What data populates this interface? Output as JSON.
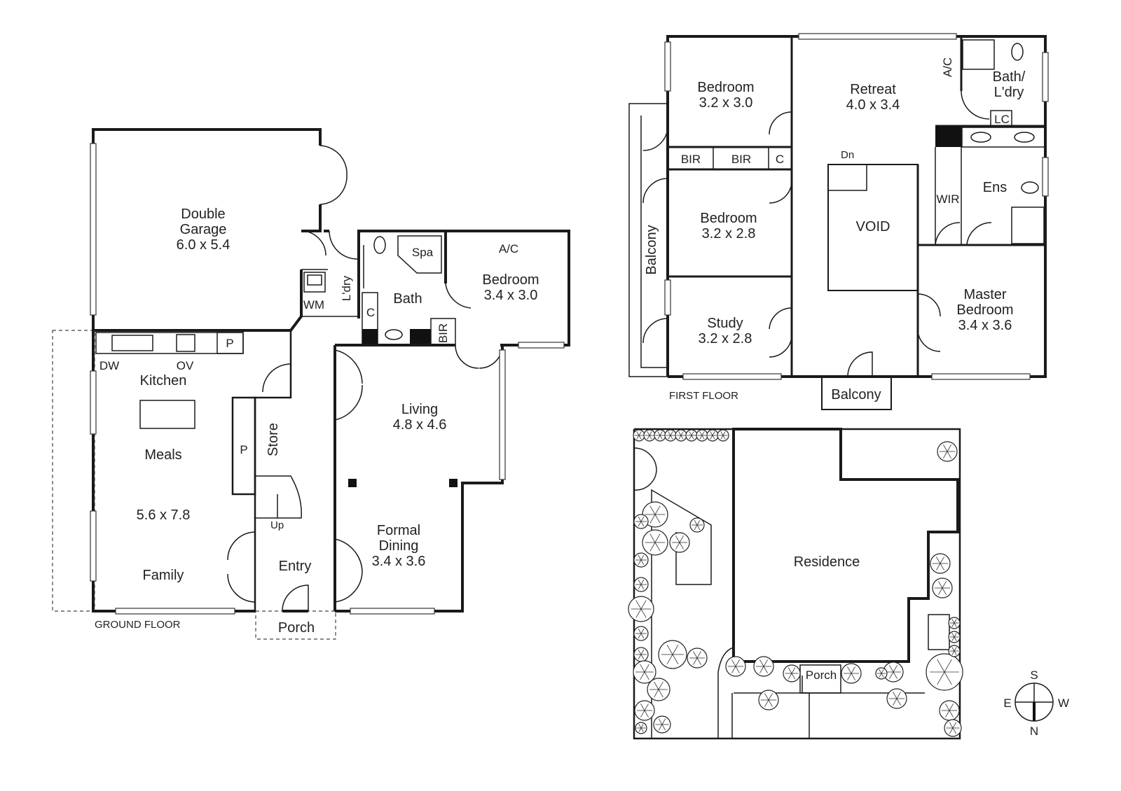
{
  "ground_floor": {
    "label": "GROUND FLOOR",
    "garage": [
      "Double",
      "Garage",
      "6.0 x 5.4"
    ],
    "laundry": "L'dry",
    "wm": "WM",
    "spa": "Spa",
    "bath": "Bath",
    "cupboard": "C",
    "bir": "BIR",
    "ac": "A/C",
    "bedroom": [
      "Bedroom",
      "3.4 x 3.0"
    ],
    "kitchen": "Kitchen",
    "dw": "DW",
    "ov": "OV",
    "pantry": "P",
    "meals": "Meals",
    "meals_dims": "5.6 x 7.8",
    "family": "Family",
    "pantry2": "P",
    "store": "Store",
    "up": "Up",
    "entry": "Entry",
    "porch": "Porch",
    "living": [
      "Living",
      "4.8 x 4.6"
    ],
    "dining": [
      "Formal",
      "Dining",
      "3.4 x 3.6"
    ]
  },
  "first_floor": {
    "label": "FIRST FLOOR",
    "bedroom1": [
      "Bedroom",
      "3.2 x 3.0"
    ],
    "retreat": [
      "Retreat",
      "4.0 x 3.4"
    ],
    "ac": "A/C",
    "bath": [
      "Bath/",
      "L'dry"
    ],
    "lc": "LC",
    "bir1": "BIR",
    "bir2": "BIR",
    "cupboard": "C",
    "dn": "Dn",
    "bedroom2": [
      "Bedroom",
      "3.2 x 2.8"
    ],
    "void": "VOID",
    "wir": "WIR",
    "ens": "Ens",
    "balcony_side": "Balcony",
    "study": [
      "Study",
      "3.2 x 2.8"
    ],
    "master": [
      "Master",
      "Bedroom",
      "3.4 x 3.6"
    ],
    "balcony_front": "Balcony"
  },
  "site": {
    "residence": "Residence",
    "porch": "Porch",
    "compass": {
      "south": "S",
      "east": "E",
      "west": "W",
      "north": "N"
    }
  }
}
